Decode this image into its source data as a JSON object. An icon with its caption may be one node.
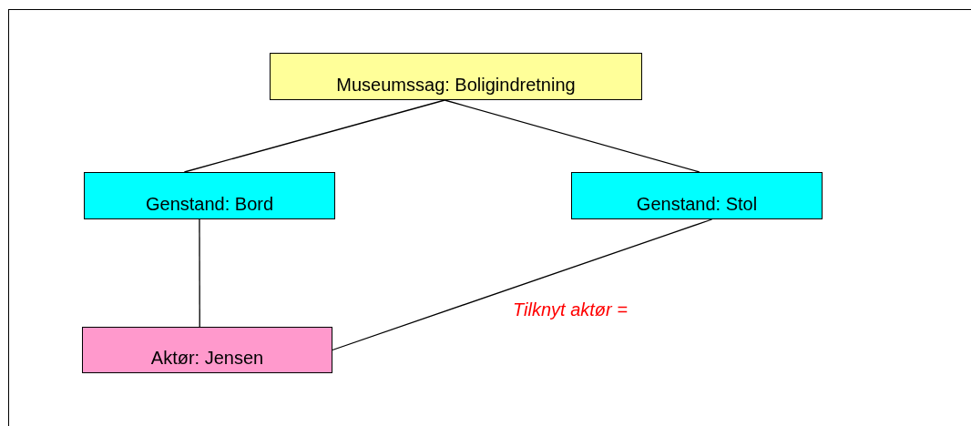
{
  "diagram": {
    "nodes": [
      {
        "text": [
          "Museumssag: Boligindretning"
        ]
      },
      {
        "text": [
          "Genstand: Bord"
        ]
      },
      {
        "text": [
          "Genstand: Stol"
        ]
      },
      {
        "text": [
          "Aktør: Jensen"
        ]
      }
    ],
    "edges": [
      {
        "from": 0,
        "to": 1,
        "arrow": "none"
      },
      {
        "from": 0,
        "to": 2,
        "arrow": "none"
      },
      {
        "from": 1,
        "to": 3,
        "arrow": "none"
      },
      {
        "from": 2,
        "to": 3,
        "arrow": "none"
      }
    ],
    "labels": [
      "Tilknyt aktør ="
    ]
  }
}
